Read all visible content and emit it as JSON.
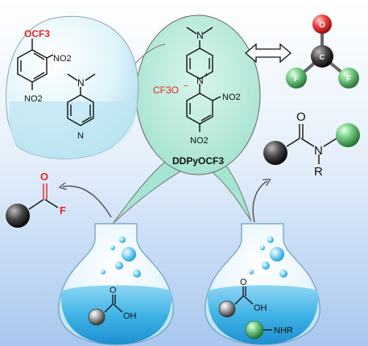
{
  "reagent": {
    "name": "DDPyOCF3",
    "counter_anion": "CF3O",
    "anion_charge": "−",
    "cation_charge": "+",
    "amine_methyl": "N",
    "substituent_top": "NO2",
    "substituent_bottom": "NO2"
  },
  "precursors": {
    "aryl_substituent": "OCF3",
    "nitro_ortho": "NO2",
    "nitro_para": "NO2",
    "dmap_amine": "N",
    "pyridine_n": "N"
  },
  "equivalent": {
    "label": "C",
    "oxygen": "O",
    "fluorine_left": "F",
    "fluorine_right": "F"
  },
  "left_product": {
    "carbonyl_o": "O",
    "fluorine": "F"
  },
  "right_product": {
    "carbonyl_o": "O",
    "amide_n": "N",
    "substituent": "R"
  },
  "left_flask": {
    "acid_group": "OH"
  },
  "right_flask": {
    "acid_group": "OH",
    "amine_group": "NHR"
  },
  "colors": {
    "background_top": "#ffffff",
    "background_bottom": "#aac8f0",
    "bubble": "#a5e6d2",
    "liquid": "#2aa8e0",
    "red": "#e52424",
    "green": "#3aa84a"
  }
}
